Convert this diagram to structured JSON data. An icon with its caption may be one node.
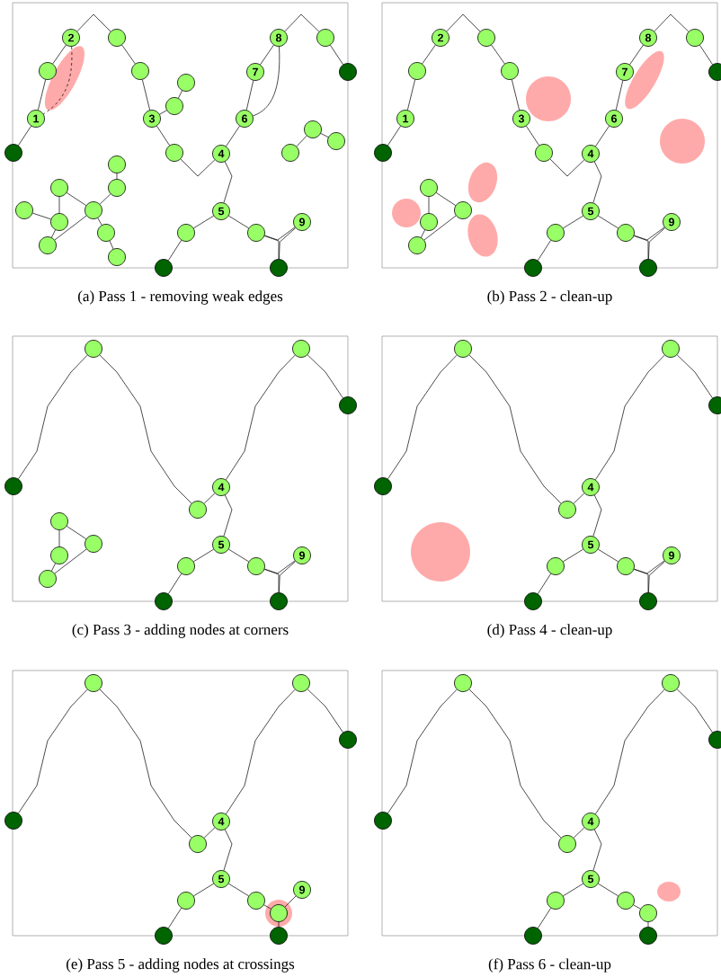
{
  "diagram": {
    "nodes": [
      {
        "text": [
          "(a) Pass 1 - removing weak edges"
        ]
      },
      {
        "text": [],
        "shape": "circle",
        "in": 0
      },
      {
        "text": [
          "1"
        ],
        "in": 0
      },
      {
        "text": [],
        "shape": "circle",
        "in": 0
      },
      {
        "text": [
          "2"
        ],
        "in": 0
      },
      {
        "text": [],
        "shape": "circle",
        "in": 0
      },
      {
        "text": [],
        "shape": "circle",
        "in": 0
      },
      {
        "text": [
          "3"
        ],
        "in": 0
      },
      {
        "text": [],
        "shape": "circle",
        "in": 0
      },
      {
        "text": [
          "4"
        ],
        "in": 0
      },
      {
        "text": [
          "6"
        ],
        "in": 0
      },
      {
        "text": [
          "7"
        ],
        "in": 0
      },
      {
        "text": [
          "8"
        ],
        "in": 0
      },
      {
        "text": [],
        "shape": "circle",
        "in": 0
      },
      {
        "text": [],
        "shape": "circle",
        "in": 0
      },
      {
        "text": [],
        "shape": "circle",
        "in": 0
      },
      {
        "text": [],
        "shape": "circle",
        "in": 0
      },
      {
        "text": [
          "5"
        ],
        "in": 0
      },
      {
        "text": [],
        "shape": "circle",
        "in": 0
      },
      {
        "text": [],
        "shape": "circle",
        "in": 0
      },
      {
        "text": [],
        "shape": "circle",
        "in": 0
      },
      {
        "text": [
          "9"
        ],
        "in": 0
      },
      {
        "text": [],
        "shape": "circle",
        "in": 0
      },
      {
        "text": [],
        "shape": "circle",
        "in": 0
      },
      {
        "text": [],
        "shape": "circle",
        "in": 0
      },
      {
        "text": [],
        "shape": "circle",
        "in": 0
      },
      {
        "text": [],
        "shape": "circle",
        "in": 0
      },
      {
        "text": [],
        "shape": "circle",
        "in": 0
      },
      {
        "text": [],
        "shape": "circle",
        "in": 0
      },
      {
        "text": [],
        "shape": "circle",
        "in": 0
      },
      {
        "text": [],
        "shape": "circle",
        "in": 0
      },
      {
        "text": [],
        "shape": "circle",
        "in": 0
      },
      {
        "text": [],
        "shape": "circle",
        "in": 0
      },
      {
        "text": [],
        "shape": "circle",
        "in": 0
      },
      {
        "text": [],
        "shape": "circle",
        "in": 0
      },
      {
        "text": [
          "(b) Pass 2 - clean-up"
        ]
      },
      {
        "text": [],
        "shape": "circle",
        "in": 35
      },
      {
        "text": [
          "1"
        ],
        "in": 35
      },
      {
        "text": [],
        "shape": "circle",
        "in": 35
      },
      {
        "text": [
          "2"
        ],
        "in": 35
      },
      {
        "text": [],
        "shape": "circle",
        "in": 35
      },
      {
        "text": [],
        "shape": "circle",
        "in": 35
      },
      {
        "text": [
          "3"
        ],
        "in": 35
      },
      {
        "text": [],
        "shape": "circle",
        "in": 35
      },
      {
        "text": [
          "4"
        ],
        "in": 35
      },
      {
        "text": [
          "6"
        ],
        "in": 35
      },
      {
        "text": [
          "7"
        ],
        "in": 35
      },
      {
        "text": [
          "8"
        ],
        "in": 35
      },
      {
        "text": [],
        "shape": "circle",
        "in": 35
      },
      {
        "text": [],
        "shape": "circle",
        "in": 35
      },
      {
        "text": [
          "5"
        ],
        "in": 35
      },
      {
        "text": [],
        "shape": "circle",
        "in": 35
      },
      {
        "text": [],
        "shape": "circle",
        "in": 35
      },
      {
        "text": [],
        "shape": "circle",
        "in": 35
      },
      {
        "text": [
          "9"
        ],
        "in": 35
      },
      {
        "text": [],
        "shape": "circle",
        "in": 35
      },
      {
        "text": [],
        "shape": "circle",
        "in": 35
      },
      {
        "text": [],
        "shape": "circle",
        "in": 35
      },
      {
        "text": [],
        "shape": "circle",
        "in": 35
      },
      {
        "text": [],
        "shape": "circle",
        "in": 35
      },
      {
        "text": [
          "(c) Pass 3 - adding nodes at corners"
        ]
      },
      {
        "text": [],
        "shape": "circle",
        "in": 60
      },
      {
        "text": [],
        "shape": "circle",
        "in": 60
      },
      {
        "text": [],
        "shape": "circle",
        "in": 60
      },
      {
        "text": [
          "4"
        ],
        "in": 60
      },
      {
        "text": [],
        "shape": "circle",
        "in": 60
      },
      {
        "text": [],
        "shape": "circle",
        "in": 60
      },
      {
        "text": [
          "5"
        ],
        "in": 60
      },
      {
        "text": [],
        "shape": "circle",
        "in": 60
      },
      {
        "text": [],
        "shape": "circle",
        "in": 60
      },
      {
        "text": [],
        "shape": "circle",
        "in": 60
      },
      {
        "text": [
          "9"
        ],
        "in": 60
      },
      {
        "text": [],
        "shape": "circle",
        "in": 60
      },
      {
        "text": [],
        "shape": "circle",
        "in": 60
      },
      {
        "text": [],
        "shape": "circle",
        "in": 60
      },
      {
        "text": [],
        "shape": "circle",
        "in": 60
      },
      {
        "text": [],
        "shape": "circle",
        "in": 60
      },
      {
        "text": [
          "(d) Pass 4 - clean-up"
        ]
      },
      {
        "text": [],
        "shape": "circle",
        "in": 77
      },
      {
        "text": [],
        "shape": "circle",
        "in": 77
      },
      {
        "text": [],
        "shape": "circle",
        "in": 77
      },
      {
        "text": [
          "4"
        ],
        "in": 77
      },
      {
        "text": [],
        "shape": "circle",
        "in": 77
      },
      {
        "text": [],
        "shape": "circle",
        "in": 77
      },
      {
        "text": [
          "5"
        ],
        "in": 77
      },
      {
        "text": [],
        "shape": "circle",
        "in": 77
      },
      {
        "text": [],
        "shape": "circle",
        "in": 77
      },
      {
        "text": [],
        "shape": "circle",
        "in": 77
      },
      {
        "text": [
          "9"
        ],
        "in": 77
      },
      {
        "text": [],
        "shape": "circle",
        "in": 77
      },
      {
        "text": [
          "(e) Pass 5 - adding nodes at crossings"
        ]
      },
      {
        "text": [],
        "shape": "circle",
        "in": 90
      },
      {
        "text": [],
        "shape": "circle",
        "in": 90
      },
      {
        "text": [],
        "shape": "circle",
        "in": 90
      },
      {
        "text": [
          "4"
        ],
        "in": 90
      },
      {
        "text": [],
        "shape": "circle",
        "in": 90
      },
      {
        "text": [],
        "shape": "circle",
        "in": 90
      },
      {
        "text": [
          "5"
        ],
        "in": 90
      },
      {
        "text": [],
        "shape": "circle",
        "in": 90
      },
      {
        "text": [],
        "shape": "circle",
        "in": 90
      },
      {
        "text": [],
        "shape": "circle",
        "in": 90
      },
      {
        "text": [
          "9"
        ],
        "in": 90
      },
      {
        "text": [],
        "shape": "circle",
        "in": 90
      },
      {
        "text": [],
        "shape": "circle",
        "in": 90
      },
      {
        "text": [
          "(f) Pass 6 - clean-up"
        ]
      },
      {
        "text": [],
        "shape": "circle",
        "in": 104
      },
      {
        "text": [],
        "shape": "circle",
        "in": 104
      },
      {
        "text": [],
        "shape": "circle",
        "in": 104
      },
      {
        "text": [
          "4"
        ],
        "in": 104
      },
      {
        "text": [],
        "shape": "circle",
        "in": 104
      },
      {
        "text": [],
        "shape": "circle",
        "in": 104
      },
      {
        "text": [
          "5"
        ],
        "in": 104
      },
      {
        "text": [],
        "shape": "circle",
        "in": 104
      },
      {
        "text": [],
        "shape": "circle",
        "in": 104
      },
      {
        "text": [],
        "shape": "circle",
        "in": 104
      },
      {
        "text": [],
        "shape": "circle",
        "in": 104
      },
      {
        "text": [],
        "shape": "circle",
        "in": 104
      }
    ],
    "edges": [
      {
        "from": 1,
        "to": 2,
        "arrow": "none"
      },
      {
        "from": 2,
        "to": 3,
        "arrow": "none"
      },
      {
        "from": 3,
        "to": 4,
        "arrow": "none"
      },
      {
        "from": 4,
        "to": 5,
        "arrow": "none"
      },
      {
        "from": 5,
        "to": 6,
        "arrow": "none"
      },
      {
        "from": 6,
        "to": 7,
        "arrow": "none"
      },
      {
        "from": 7,
        "to": 8,
        "arrow": "none"
      },
      {
        "from": 8,
        "to": 9,
        "arrow": "none"
      },
      {
        "from": 9,
        "to": 10,
        "arrow": "none"
      },
      {
        "from": 10,
        "to": 11,
        "arrow": "none"
      },
      {
        "from": 11,
        "to": 12,
        "arrow": "none"
      },
      {
        "from": 12,
        "to": 13,
        "arrow": "none"
      },
      {
        "from": 13,
        "to": 14,
        "arrow": "none"
      },
      {
        "from": 12,
        "to": 10,
        "arrow": "none"
      },
      {
        "from": 4,
        "to": 2,
        "arrow": "none",
        "style": "dashed"
      },
      {
        "from": 7,
        "to": 15,
        "arrow": "none"
      },
      {
        "from": 15,
        "to": 16,
        "arrow": "none"
      },
      {
        "from": 9,
        "to": 17,
        "arrow": "none"
      },
      {
        "from": 17,
        "to": 18,
        "arrow": "none"
      },
      {
        "from": 18,
        "to": 19,
        "arrow": "none"
      },
      {
        "from": 17,
        "to": 20,
        "arrow": "none"
      },
      {
        "from": 20,
        "to": 22,
        "arrow": "none"
      },
      {
        "from": 21,
        "to": 22,
        "arrow": "none"
      },
      {
        "from": 21,
        "to": 20,
        "arrow": "none"
      },
      {
        "from": 23,
        "to": 24,
        "arrow": "none"
      },
      {
        "from": 24,
        "to": 25,
        "arrow": "none"
      },
      {
        "from": 26,
        "to": 28,
        "arrow": "none"
      },
      {
        "from": 26,
        "to": 30,
        "arrow": "none"
      },
      {
        "from": 27,
        "to": 28,
        "arrow": "none"
      },
      {
        "from": 28,
        "to": 29,
        "arrow": "none"
      },
      {
        "from": 29,
        "to": 30,
        "arrow": "none"
      },
      {
        "from": 30,
        "to": 32,
        "arrow": "none"
      },
      {
        "from": 32,
        "to": 31,
        "arrow": "none"
      },
      {
        "from": 30,
        "to": 33,
        "arrow": "none"
      },
      {
        "from": 33,
        "to": 34,
        "arrow": "none"
      },
      {
        "from": 36,
        "to": 37,
        "arrow": "none"
      },
      {
        "from": 37,
        "to": 38,
        "arrow": "none"
      },
      {
        "from": 38,
        "to": 39,
        "arrow": "none"
      },
      {
        "from": 39,
        "to": 40,
        "arrow": "none"
      },
      {
        "from": 40,
        "to": 41,
        "arrow": "none"
      },
      {
        "from": 41,
        "to": 42,
        "arrow": "none"
      },
      {
        "from": 42,
        "to": 43,
        "arrow": "none"
      },
      {
        "from": 43,
        "to": 44,
        "arrow": "none"
      },
      {
        "from": 44,
        "to": 45,
        "arrow": "none"
      },
      {
        "from": 45,
        "to": 46,
        "arrow": "none"
      },
      {
        "from": 46,
        "to": 47,
        "arrow": "none"
      },
      {
        "from": 47,
        "to": 48,
        "arrow": "none"
      },
      {
        "from": 48,
        "to": 49,
        "arrow": "none"
      },
      {
        "from": 44,
        "to": 50,
        "arrow": "none"
      },
      {
        "from": 50,
        "to": 51,
        "arrow": "none"
      },
      {
        "from": 51,
        "to": 52,
        "arrow": "none"
      },
      {
        "from": 50,
        "to": 53,
        "arrow": "none"
      },
      {
        "from": 53,
        "to": 55,
        "arrow": "none"
      },
      {
        "from": 54,
        "to": 55,
        "arrow": "none"
      },
      {
        "from": 54,
        "to": 53,
        "arrow": "none"
      },
      {
        "from": 56,
        "to": 57,
        "arrow": "none"
      },
      {
        "from": 56,
        "to": 59,
        "arrow": "none"
      },
      {
        "from": 57,
        "to": 58,
        "arrow": "none"
      },
      {
        "from": 58,
        "to": 59,
        "arrow": "none"
      },
      {
        "from": 61,
        "to": 62,
        "arrow": "none"
      },
      {
        "from": 62,
        "to": 63,
        "arrow": "none"
      },
      {
        "from": 63,
        "to": 64,
        "arrow": "none"
      },
      {
        "from": 64,
        "to": 65,
        "arrow": "none"
      },
      {
        "from": 65,
        "to": 66,
        "arrow": "none"
      },
      {
        "from": 64,
        "to": 67,
        "arrow": "none"
      },
      {
        "from": 67,
        "to": 68,
        "arrow": "none"
      },
      {
        "from": 68,
        "to": 69,
        "arrow": "none"
      },
      {
        "from": 67,
        "to": 70,
        "arrow": "none"
      },
      {
        "from": 70,
        "to": 72,
        "arrow": "none"
      },
      {
        "from": 71,
        "to": 72,
        "arrow": "none"
      },
      {
        "from": 71,
        "to": 70,
        "arrow": "none"
      },
      {
        "from": 73,
        "to": 75,
        "arrow": "none"
      },
      {
        "from": 73,
        "to": 74,
        "arrow": "none"
      },
      {
        "from": 75,
        "to": 76,
        "arrow": "none"
      },
      {
        "from": 76,
        "to": 74,
        "arrow": "none"
      },
      {
        "from": 78,
        "to": 79,
        "arrow": "none"
      },
      {
        "from": 79,
        "to": 80,
        "arrow": "none"
      },
      {
        "from": 80,
        "to": 81,
        "arrow": "none"
      },
      {
        "from": 81,
        "to": 82,
        "arrow": "none"
      },
      {
        "from": 82,
        "to": 83,
        "arrow": "none"
      },
      {
        "from": 81,
        "to": 84,
        "arrow": "none"
      },
      {
        "from": 84,
        "to": 85,
        "arrow": "none"
      },
      {
        "from": 85,
        "to": 86,
        "arrow": "none"
      },
      {
        "from": 84,
        "to": 87,
        "arrow": "none"
      },
      {
        "from": 87,
        "to": 89,
        "arrow": "none"
      },
      {
        "from": 88,
        "to": 89,
        "arrow": "none"
      },
      {
        "from": 88,
        "to": 87,
        "arrow": "none"
      },
      {
        "from": 91,
        "to": 92,
        "arrow": "none"
      },
      {
        "from": 92,
        "to": 93,
        "arrow": "none"
      },
      {
        "from": 93,
        "to": 94,
        "arrow": "none"
      },
      {
        "from": 94,
        "to": 95,
        "arrow": "none"
      },
      {
        "from": 95,
        "to": 96,
        "arrow": "none"
      },
      {
        "from": 94,
        "to": 97,
        "arrow": "none"
      },
      {
        "from": 97,
        "to": 98,
        "arrow": "none"
      },
      {
        "from": 98,
        "to": 99,
        "arrow": "none"
      },
      {
        "from": 97,
        "to": 100,
        "arrow": "none"
      },
      {
        "from": 100,
        "to": 102,
        "arrow": "none"
      },
      {
        "from": 102,
        "to": 103,
        "arrow": "none"
      },
      {
        "from": 102,
        "to": 101,
        "arrow": "none"
      },
      {
        "from": 105,
        "to": 106,
        "arrow": "none"
      },
      {
        "from": 106,
        "to": 107,
        "arrow": "none"
      },
      {
        "from": 107,
        "to": 108,
        "arrow": "none"
      },
      {
        "from": 108,
        "to": 109,
        "arrow": "none"
      },
      {
        "from": 109,
        "to": 110,
        "arrow": "none"
      },
      {
        "from": 108,
        "to": 111,
        "arrow": "none"
      },
      {
        "from": 111,
        "to": 112,
        "arrow": "none"
      },
      {
        "from": 112,
        "to": 113,
        "arrow": "none"
      },
      {
        "from": 111,
        "to": 114,
        "arrow": "none"
      },
      {
        "from": 114,
        "to": 115,
        "arrow": "none"
      },
      {
        "from": 115,
        "to": 116,
        "arrow": "none"
      }
    ]
  }
}
